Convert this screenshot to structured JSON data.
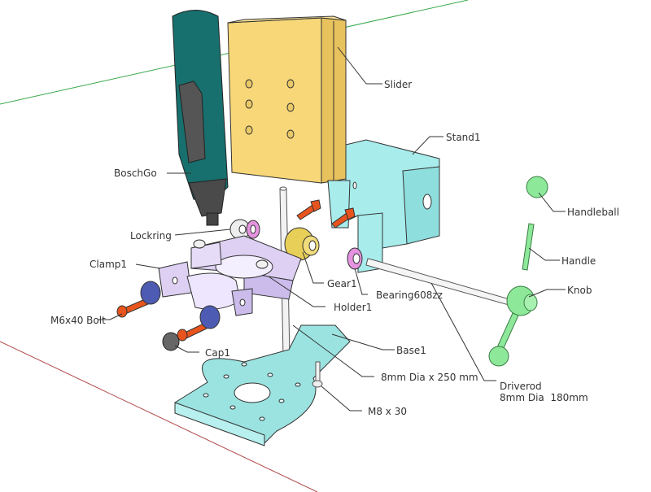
{
  "title": "Exploded assembly of drill press stand",
  "colors": {
    "axis_green": "#3aa84a",
    "axis_red": "#b04a4a",
    "drill_body": "#17706e",
    "drill_grip": "#555555",
    "slider": "#f7d778",
    "stand": "#a8ecec",
    "base": "#9be3e0",
    "clamp": "#ddd0f3",
    "holder": "#cbbcec",
    "bolt": "#e8541d",
    "knob_nut": "#4e5bb2",
    "gear": "#e8cf58",
    "bearing": "#e593e0",
    "handle": "#8ee89a",
    "rod": "#f2f2f2",
    "leader": "#333333"
  },
  "labels": {
    "slider": "Slider",
    "stand": "Stand1",
    "bosch": "BoschGo",
    "handleball": "Handleball",
    "handle": "Handle",
    "lockring": "Lockring",
    "clamp": "Clamp1",
    "knob": "Knob",
    "gear": "Gear1",
    "bearing": "Bearing608zz",
    "holder": "Holder1",
    "bolt": "M6x40 Bolt",
    "base": "Base1",
    "cap": "Cap1",
    "rod": "8mm Dia x 250 mm",
    "driverod_line1": "Driverod",
    "driverod_line2": "8mm Dia  180mm",
    "m8": "M8 x 30"
  }
}
